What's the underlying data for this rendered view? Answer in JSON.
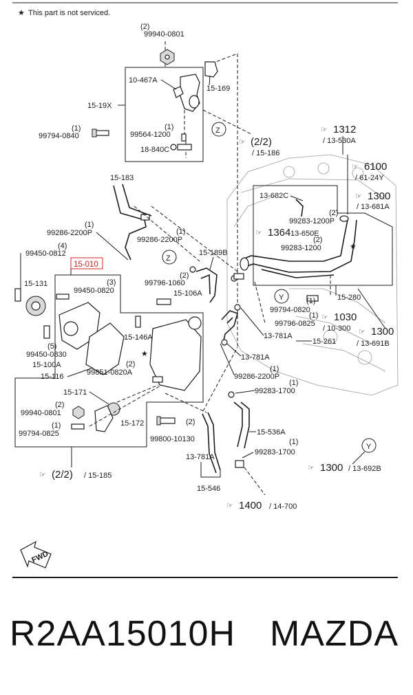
{
  "note": "This part is not serviced.",
  "parts": {
    "p99940_0801_top": "99940-0801",
    "p10_467A": "10-467A",
    "p15_169": "15-169",
    "p15_19X": "15-19X",
    "p99794_0840": "99794-0840",
    "p99564_1200": "99564-1200",
    "p18_840C": "18-840C",
    "p15_186": "15-186",
    "p15_183": "15-183",
    "p99286_2200P_a": "99286-2200P",
    "p99286_2200P_b": "99286-2200P",
    "p99286_2200P_c": "99286-2200P",
    "p99283_1200P": "99283-1200P",
    "p99283_1200": "99283-1200",
    "p15_189B": "15-189B",
    "p99450_0812": "99450-0812",
    "p15_010": "15-010",
    "p15_131": "15-131",
    "p99450_0820": "99450-0820",
    "p99796_1060": "99796-1060",
    "p15_106A": "15-106A",
    "p99794_0820_r": "99794-0820",
    "p99796_0825": "99796-0825",
    "p15_280": "15-280",
    "p15_146A": "15-146A",
    "p13_781A_a": "13-781A",
    "p13_781A_b": "13-781A",
    "p13_781A_c": "13-781A",
    "p15_261": "15-261",
    "p99450_0830": "99450-0830",
    "p15_100A": "15-100A",
    "p15_116": "15-116",
    "p99851_0820A": "99851-0820A",
    "p99283_1700_a": "99283-1700",
    "p99283_1700_b": "99283-1700",
    "p15_171": "15-171",
    "p99940_0801_b": "99940-0801",
    "p15_172": "15-172",
    "p99794_0825": "99794-0825",
    "p99800_10130": "99800-10130",
    "p15_536A": "15-536A",
    "p15_546": "15-546",
    "p13_682C": "13-682C",
    "p13_650E": "13-650E"
  },
  "qty": {
    "q2_top": "(2)",
    "q1_bolt": "(1)",
    "q1_99564": "(1)",
    "q1_2200P_a": "(1)",
    "q1_2200P_b": "(1)",
    "q4": "(4)",
    "q3": "(3)",
    "q2_1060": "(2)",
    "q1_0820r": "(1)",
    "q1_0825r": "(1)",
    "q5": "(5)",
    "q2_0820A": "(2)",
    "q1_1700a": "(1)",
    "q2_0801b": "(2)",
    "q1_0825": "(1)",
    "q2_10130": "(2)",
    "q1_1700b": "(1)",
    "q1_2200P_c": "(1)",
    "q2_1200P": "(2)",
    "q2_1200": "(2)"
  },
  "refs": {
    "r_22_top": "(2/2)",
    "r_15_186": "/ 15-186",
    "r_1312": "1312",
    "r_13_530A": "/ 13-530A",
    "r_6100": "6100",
    "r_61_24Y": "/ 61-24Y",
    "r_1300a": "1300",
    "r_13_681A": "/ 13-681A",
    "r_1364": "1364",
    "r_1030": "1030",
    "r_10_300": "/ 10-300",
    "r_1300b": "1300",
    "r_13_691B": "/ 13-691B",
    "r_22_bot": "(2/2)",
    "r_15_185": "/ 15-185",
    "r_1300c": "1300",
    "r_13_692B": "/ 13-692B",
    "r_1400": "1400",
    "r_14_700": "/ 14-700"
  },
  "markers": {
    "z": "Z",
    "y": "Y",
    "fwd": "FWD"
  },
  "caption": {
    "part_number": "R2AA15010H",
    "brand": "MAZDA"
  }
}
